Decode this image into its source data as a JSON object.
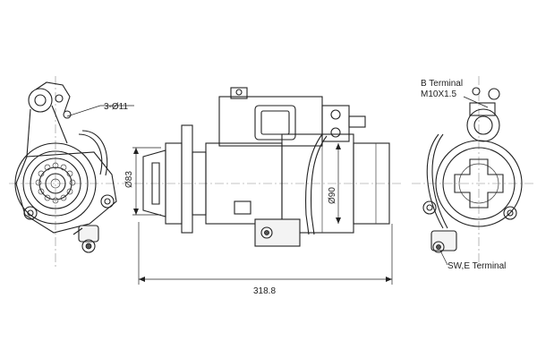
{
  "labels": {
    "holes": "3-Ø11",
    "b_terminal": "B Terminal",
    "b_terminal_thread": "M10X1.5",
    "diameter_left": "Ø83",
    "diameter_body": "Ø90",
    "overall_length": "318.8",
    "swe_terminal": "SW,E Terminal"
  }
}
